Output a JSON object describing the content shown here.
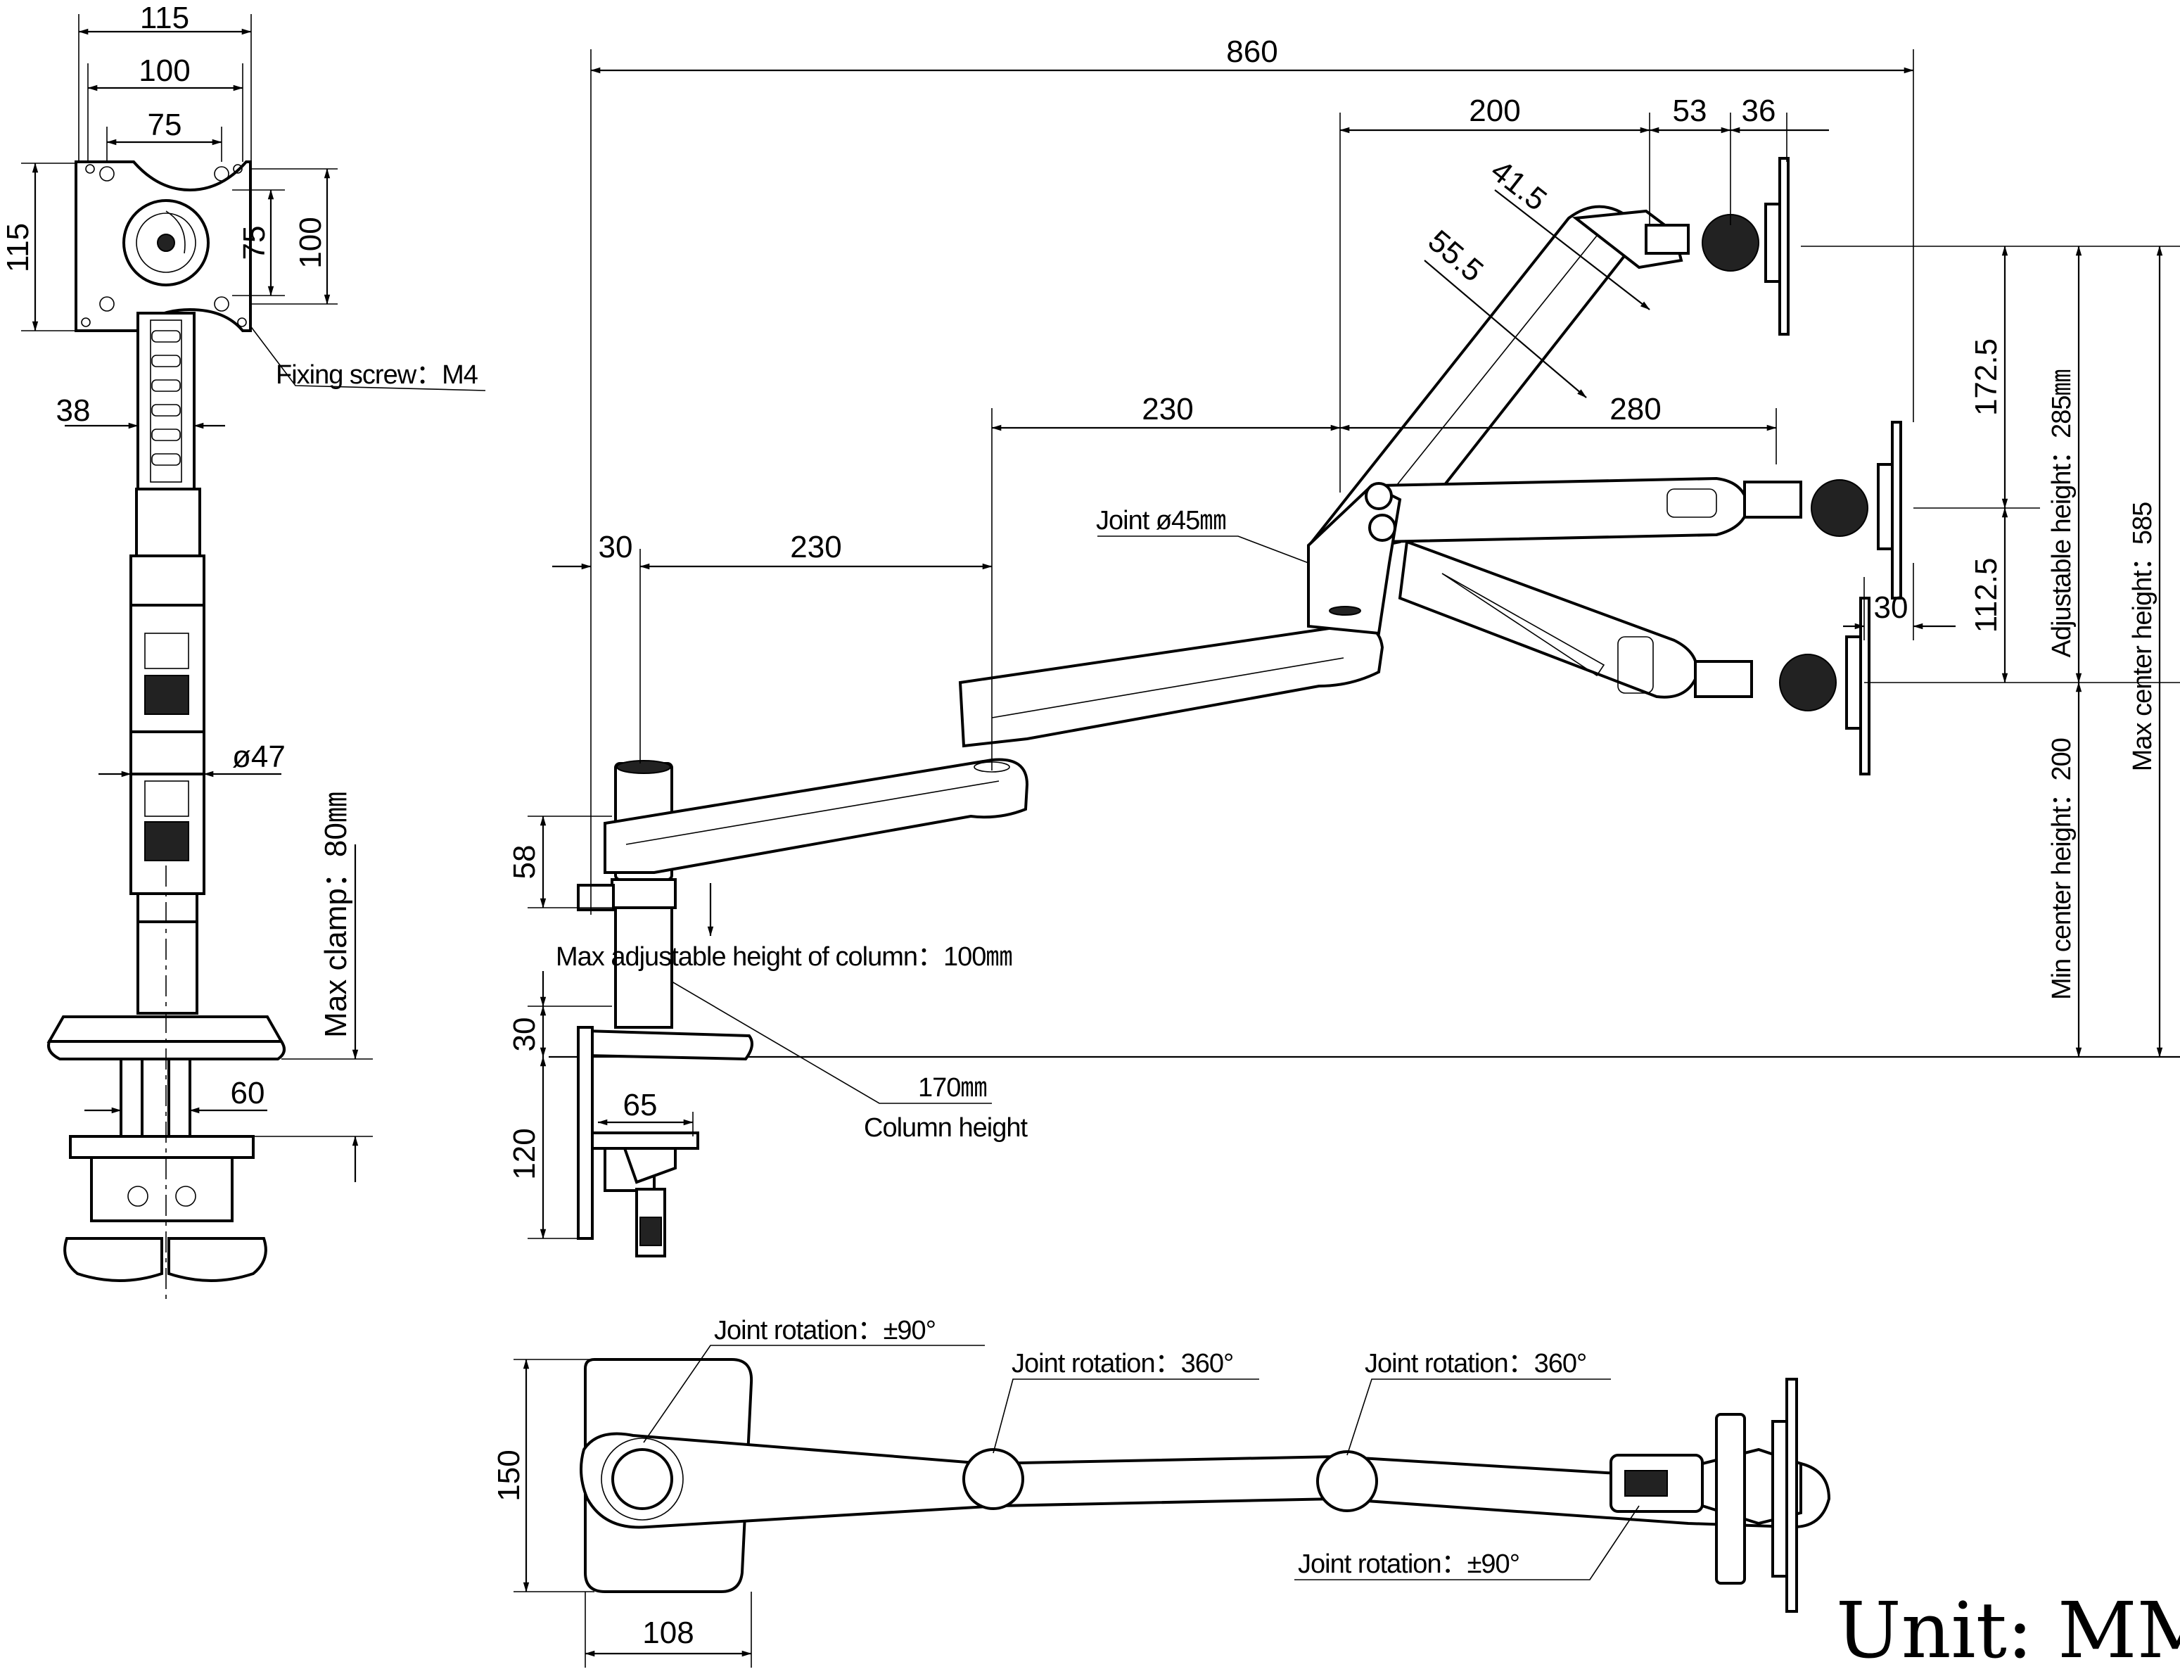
{
  "front_view": {
    "dims": {
      "w115": "115",
      "w100": "100",
      "w75": "75",
      "h115": "115",
      "h75": "75",
      "h100": "100",
      "w38": "38",
      "d47": "ø47",
      "w60": "60",
      "max_clamp": "Max clamp：80㎜"
    },
    "fixing_screw": "Fixing screw：M4"
  },
  "side_view": {
    "dims": {
      "total": "860",
      "d200": "200",
      "d53": "53",
      "d36": "36",
      "d41_5": "41.5",
      "d55_5": "55.5",
      "d230_upper": "230",
      "d280": "280",
      "d30_left": "30",
      "d230_lower": "230",
      "d58": "58",
      "d30_bottom": "30",
      "d120": "120",
      "d65": "65",
      "d172_5": "172.5",
      "d112_5": "112.5",
      "d30_right": "30"
    },
    "joint": "Joint ø45㎜",
    "max_column": "Max adjustable height of column：100㎜",
    "column_height_value": "170㎜",
    "column_height_label": "Column height",
    "adjustable_height": "Adjustable height：285㎜",
    "max_center_height": "Max center height：585",
    "min_center_height": "Min center height：200"
  },
  "top_view": {
    "rotation_base": "Joint rotation：±90°",
    "rotation_mid1": "Joint rotation：360°",
    "rotation_mid2": "Joint rotation：360°",
    "rotation_head": "Joint rotation：±90°",
    "d150": "150",
    "d108": "108"
  },
  "unit_label": "Unit: MM"
}
